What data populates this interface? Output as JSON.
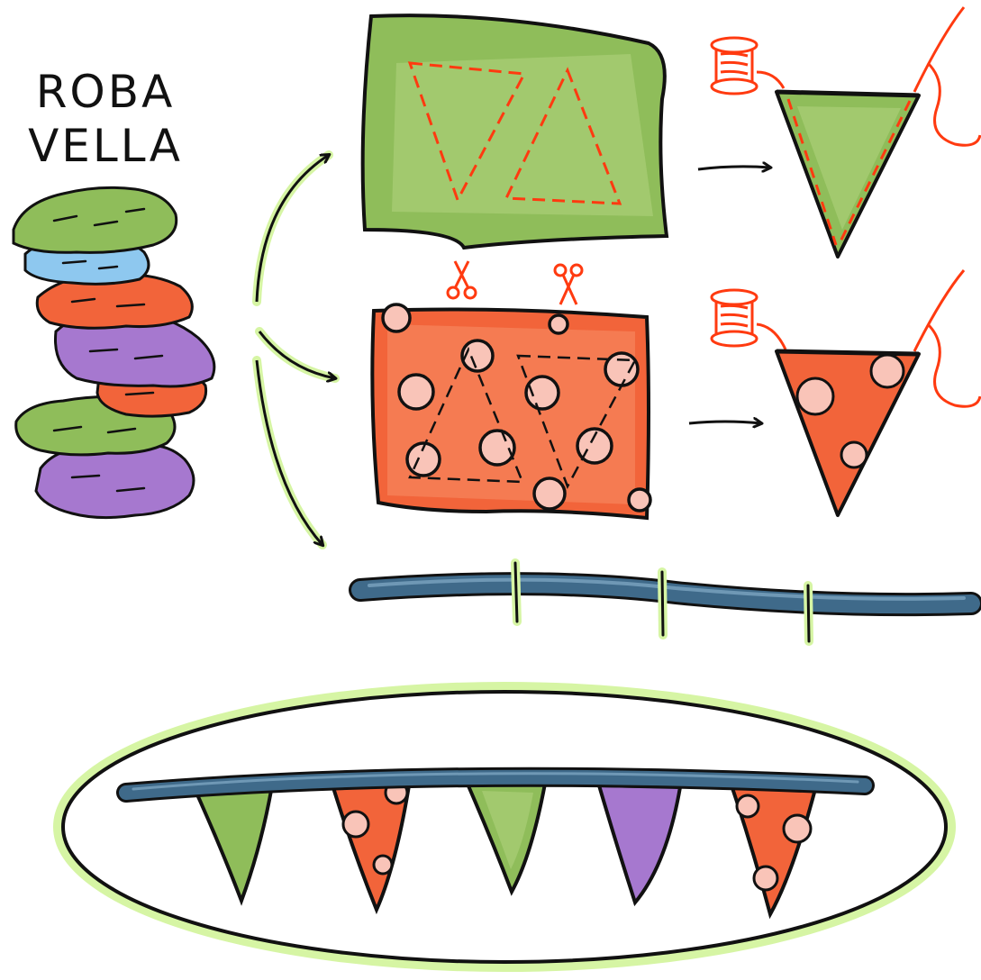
{
  "title": {
    "line1": "ROBA",
    "line2": "VELLA"
  },
  "colors": {
    "green": "#8fbd5a",
    "green_light": "#a9cf76",
    "orange": "#f2643a",
    "orange_light": "#f78a62",
    "pink_dot": "#f9c4b8",
    "purple": "#a678cf",
    "blue": "#8ec8ef",
    "rope": "#3f6a8a",
    "highlight": "#d6f5a4",
    "stitch": "#ff3a10",
    "outline": "#111111"
  },
  "steps": [
    {
      "name": "old-clothes-pile",
      "icon": "clothes-pile-icon"
    },
    {
      "name": "cut-fabric",
      "icon": "scissors-icon"
    },
    {
      "name": "sew-pennant",
      "icon": "thread-spool-icon"
    },
    {
      "name": "prepare-rope",
      "icon": "rope-icon"
    },
    {
      "name": "bunting-result",
      "icon": "bunting-icon"
    }
  ],
  "pile_layers": [
    "green",
    "blue",
    "orange",
    "purple",
    "orange",
    "green",
    "purple"
  ],
  "bunting_flags": [
    "green",
    "orange",
    "green",
    "purple",
    "orange"
  ]
}
